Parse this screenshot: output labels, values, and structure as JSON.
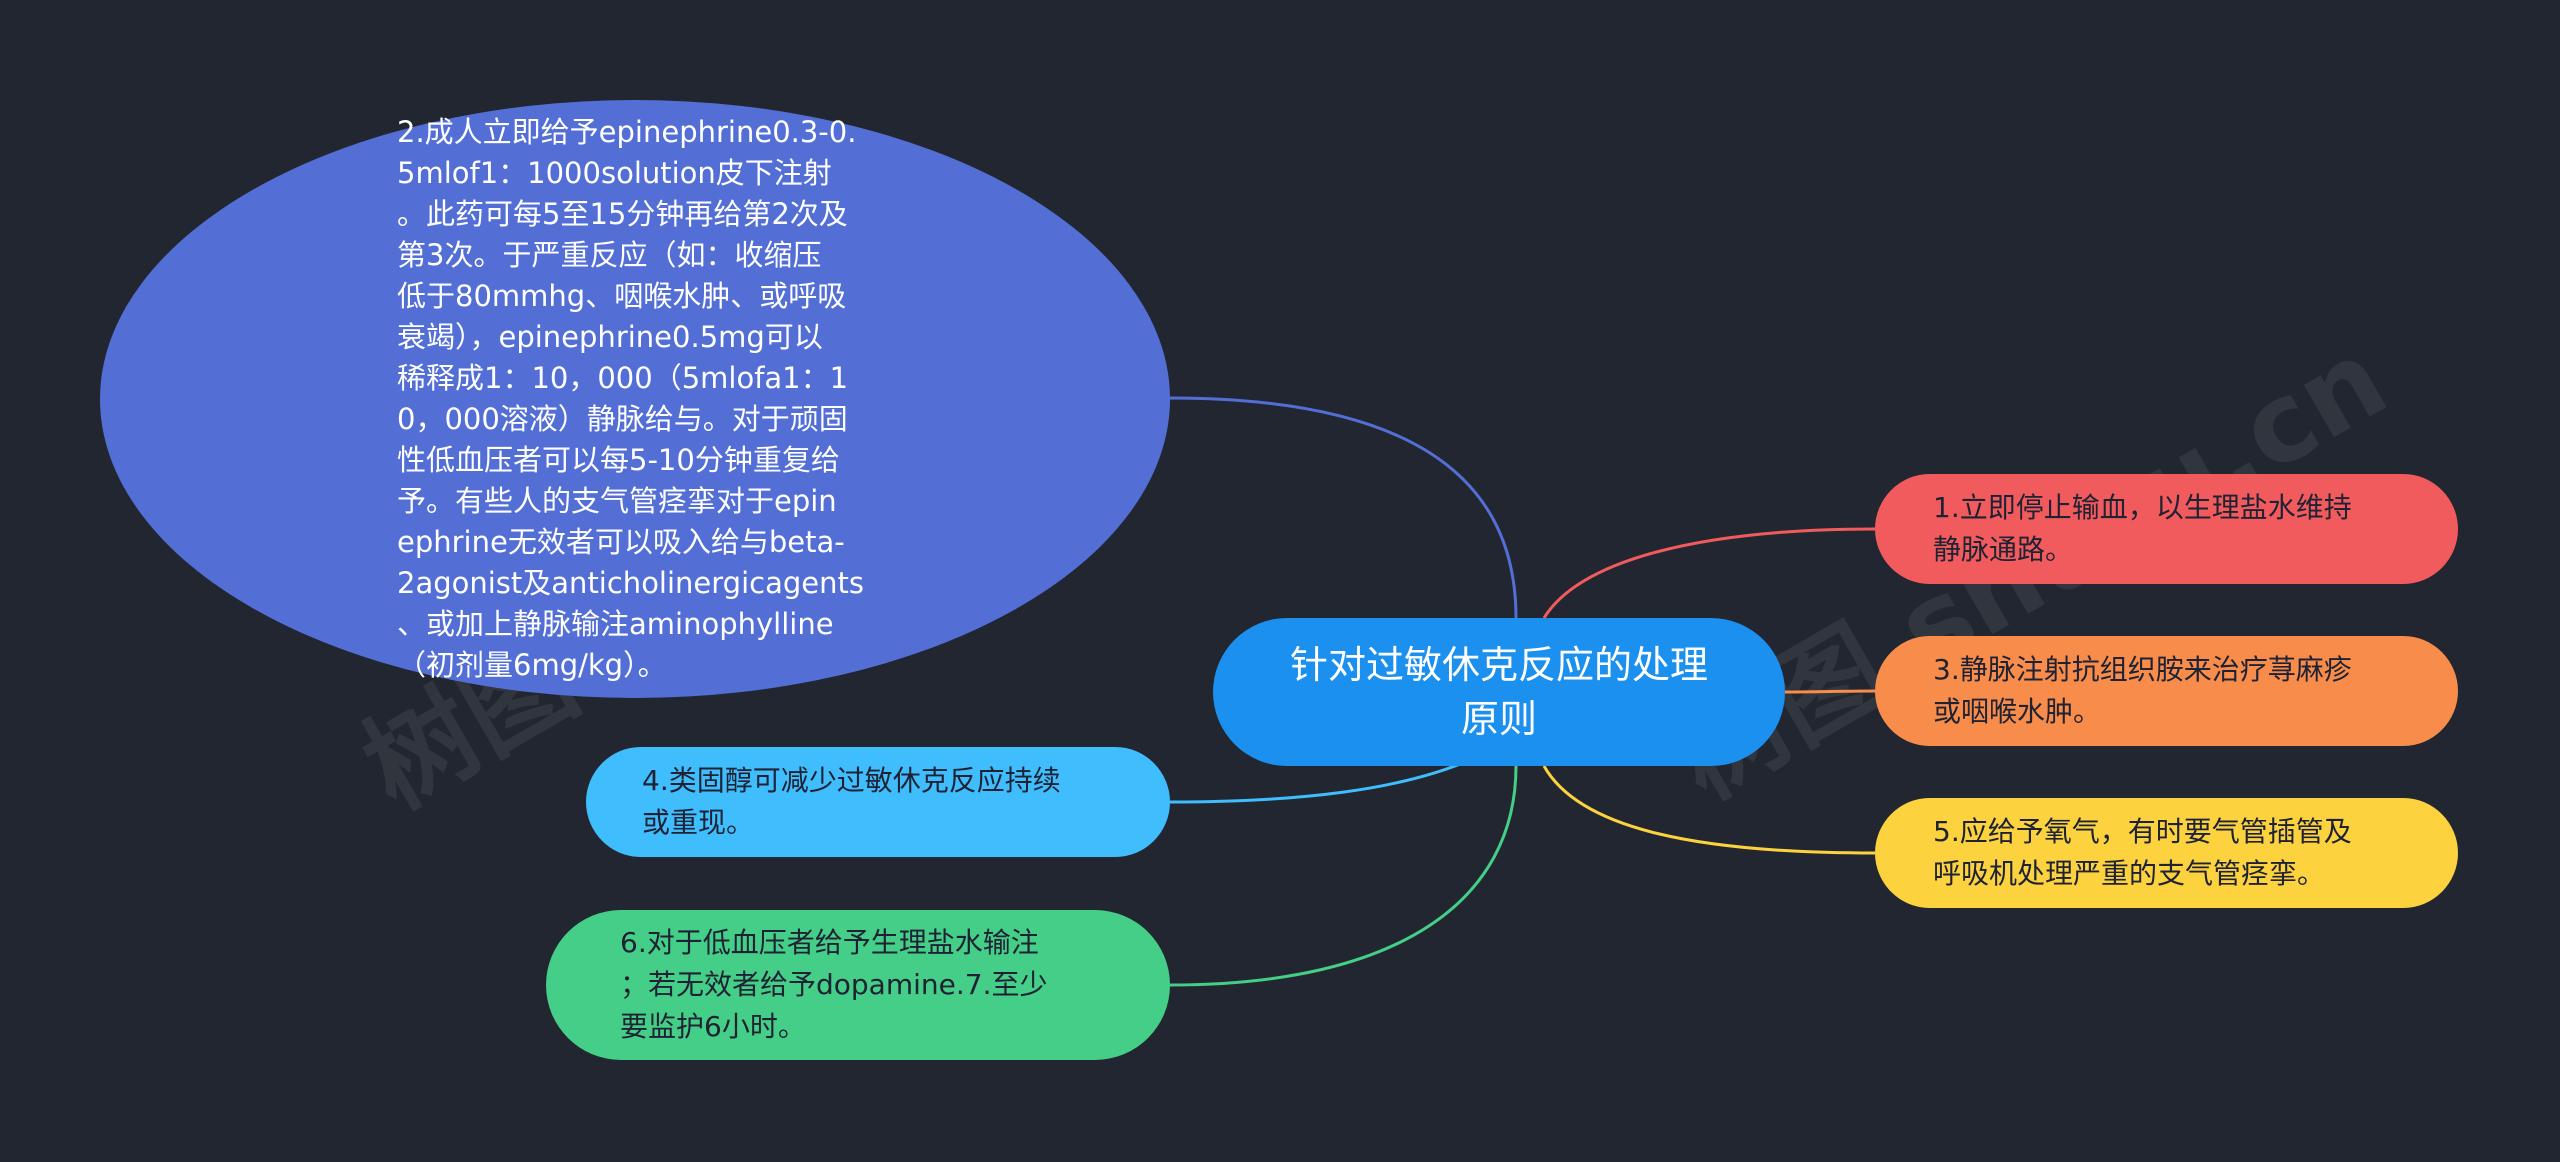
{
  "watermarks": [
    "树图 shutu.cn",
    "树图 shutu.cn"
  ],
  "center": {
    "label": "针对过敏休克反应的处理\n原则",
    "color": "#1b90ee"
  },
  "branches": [
    {
      "id": "n2",
      "color": "#536fd6",
      "text": "2.成人立即给予epinephrine0.3-0.\n5mlof1：1000solution皮下注射\n。此药可每5至15分钟再给第2次及\n第3次。于严重反应（如：收缩压\n低于80mmhg、咽喉水肿、或呼吸\n衰竭），epinephrine0.5mg可以\n稀释成1：10，000（5mlofa1：1\n0，000溶液）静脉给与。对于顽固\n性低血压者可以每5-10分钟重复给\n予。有些人的支气管痉挛对于epin\nephrine无效者可以吸入给与beta-\n2agonist及anticholinergicagents\n、或加上静脉输注aminophylline\n（初剂量6mg/kg）。"
    },
    {
      "id": "n1",
      "color": "#f25b5d",
      "text": "1.立即停止输血，以生理盐水维持\n静脉通路。"
    },
    {
      "id": "n3",
      "color": "#f88c4a",
      "text": "3.静脉注射抗组织胺来治疗荨麻疹\n或咽喉水肿。"
    },
    {
      "id": "n5",
      "color": "#fcd23e",
      "text": "5.应给予氧气，有时要气管插管及\n呼吸机处理严重的支气管痉挛。"
    },
    {
      "id": "n4",
      "color": "#3fbdfd",
      "text": "4.类固醇可减少过敏休克反应持续\n或重现。"
    },
    {
      "id": "n6",
      "color": "#44ce87",
      "text": "6.对于低血压者给予生理盐水输注\n；若无效者给予dopamine.7.至少\n要监护6小时。"
    }
  ]
}
